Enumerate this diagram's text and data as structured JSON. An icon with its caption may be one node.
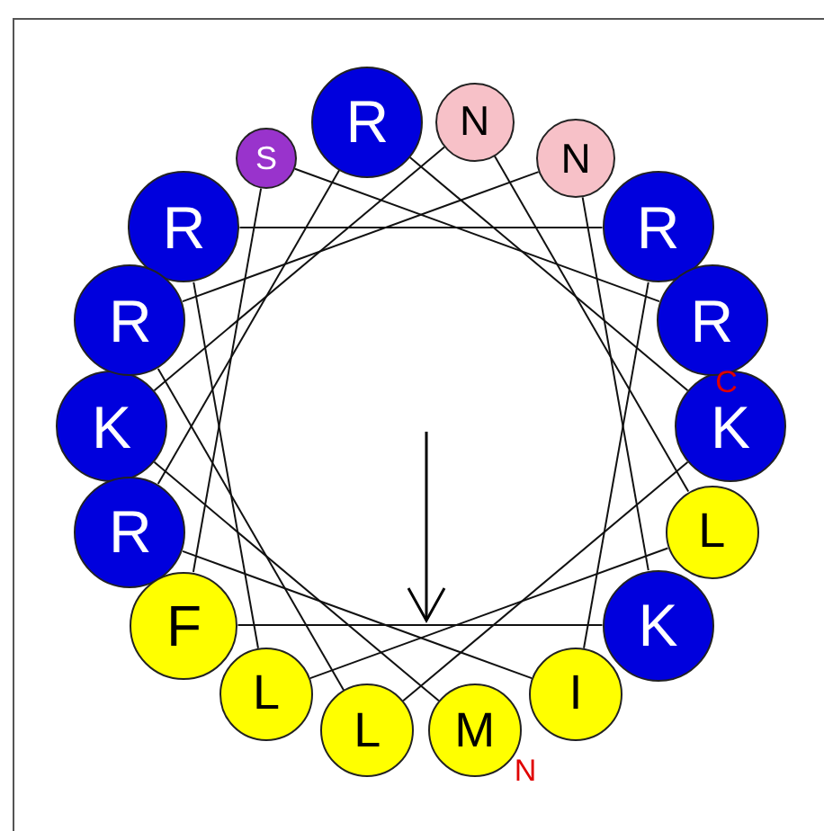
{
  "diagram": {
    "nodes": [
      {
        "text": [
          "M"
        ],
        "beside": [
          "N"
        ]
      },
      {
        "text": [
          "K"
        ]
      },
      {
        "text": [
          "N"
        ]
      },
      {
        "text": [
          "L"
        ]
      },
      {
        "text": [
          "L"
        ]
      },
      {
        "text": [
          "R"
        ]
      },
      {
        "text": [
          "R"
        ]
      },
      {
        "text": [
          "I"
        ]
      },
      {
        "text": [
          "R"
        ]
      },
      {
        "text": [
          "R"
        ]
      },
      {
        "text": [
          "K"
        ]
      },
      {
        "text": [
          "L"
        ]
      },
      {
        "text": [
          "R"
        ]
      },
      {
        "text": [
          "N"
        ]
      },
      {
        "text": [
          "K"
        ]
      },
      {
        "text": [
          "F"
        ]
      },
      {
        "text": [
          "S"
        ]
      },
      {
        "text": [
          "R"
        ],
        "beside": [
          "C"
        ]
      }
    ],
    "edges": [
      {
        "from": 0,
        "to": 1,
        "arrow": "none"
      },
      {
        "from": 1,
        "to": 2,
        "arrow": "none"
      },
      {
        "from": 2,
        "to": 3,
        "arrow": "none"
      },
      {
        "from": 3,
        "to": 4,
        "arrow": "none"
      },
      {
        "from": 4,
        "to": 5,
        "arrow": "none"
      },
      {
        "from": 5,
        "to": 6,
        "arrow": "none"
      },
      {
        "from": 6,
        "to": 7,
        "arrow": "none"
      },
      {
        "from": 7,
        "to": 8,
        "arrow": "none"
      },
      {
        "from": 8,
        "to": 9,
        "arrow": "none"
      },
      {
        "from": 9,
        "to": 10,
        "arrow": "none"
      },
      {
        "from": 10,
        "to": 11,
        "arrow": "none"
      },
      {
        "from": 11,
        "to": 12,
        "arrow": "none"
      },
      {
        "from": 12,
        "to": 13,
        "arrow": "none"
      },
      {
        "from": 13,
        "to": 14,
        "arrow": "none"
      },
      {
        "from": 14,
        "to": 15,
        "arrow": "none"
      },
      {
        "from": 15,
        "to": 16,
        "arrow": "none"
      },
      {
        "from": 16,
        "to": 17,
        "arrow": "none"
      }
    ]
  }
}
